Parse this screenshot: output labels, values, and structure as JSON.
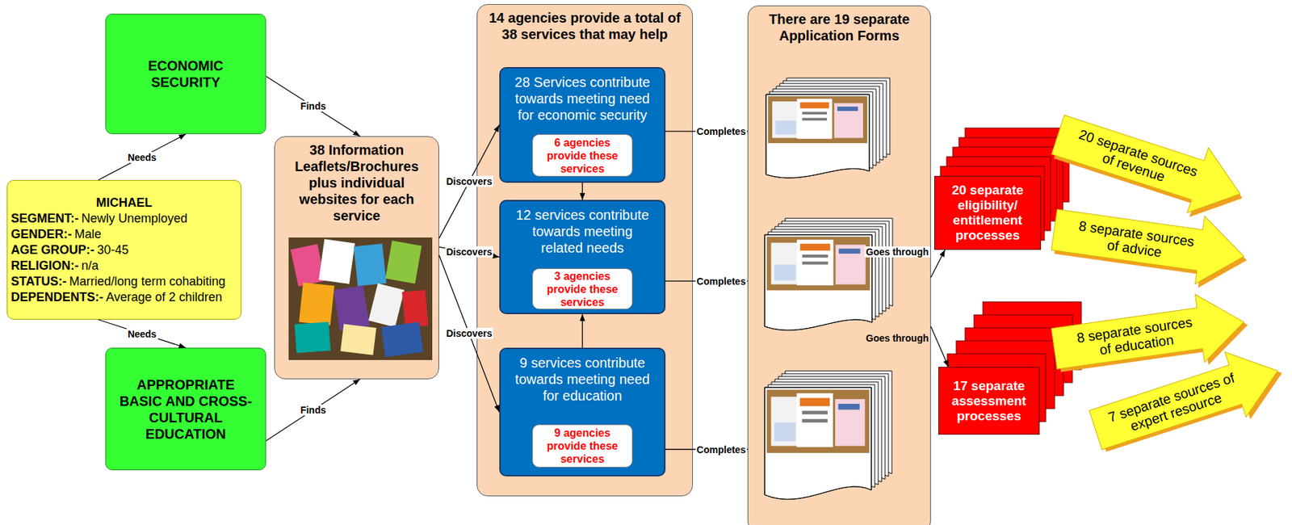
{
  "diagram": {
    "nodes": [
      {
        "text": [
          "ECONOMIC SECURITY"
        ]
      },
      {
        "text": [
          "MICHAEL",
          "SEGMENT:-",
          "Newly Unemployed",
          "GENDER:-",
          "Male",
          "AGE GROUP:-",
          "30-45",
          "RELIGION:-",
          "n/a",
          "STATUS:-",
          "Married/long term cohabiting",
          "DEPENDENTS:-",
          "Average of 2 children"
        ]
      },
      {
        "text": [
          "APPROPRIATE BASIC AND CROSS-CULTURAL EDUCATION"
        ]
      },
      {
        "text": [
          "38 Information Leaflets/Brochures plus individual websites for each service"
        ]
      },
      {
        "text": [
          "14 agencies provide a total of 38 services that may help"
        ]
      },
      {
        "text": [
          "28 Services contribute towards meeting need for economic security"
        ],
        "in": 4
      },
      {
        "text": [
          "6 agencies provide these services"
        ],
        "in": 5
      },
      {
        "text": [
          "12 services contribute towards meeting related needs"
        ],
        "in": 4
      },
      {
        "text": [
          "3 agencies provide these services"
        ],
        "in": 7
      },
      {
        "text": [
          "9 services contribute towards meeting need for education"
        ],
        "in": 4
      },
      {
        "text": [
          "9 agencies provide these services"
        ],
        "in": 9
      },
      {
        "text": [
          "There are 19 separate Application Forms"
        ]
      },
      {
        "text": [
          "20 separate eligibility/ entitlement processes"
        ]
      },
      {
        "text": [
          "17 separate assessment processes"
        ]
      },
      {
        "text": [
          "20 separate sources of revenue"
        ]
      },
      {
        "text": [
          "8 separate sources of advice"
        ]
      },
      {
        "text": [
          "8 separate sources of education"
        ]
      },
      {
        "text": [
          "7 separate sources of expert resource"
        ]
      }
    ],
    "edges": [
      {
        "from": 1,
        "to": 0,
        "label": "Needs",
        "arrow": "to"
      },
      {
        "from": 1,
        "to": 2,
        "label": "Needs",
        "arrow": "to"
      },
      {
        "from": 0,
        "to": 3,
        "label": "Finds",
        "arrow": "to"
      },
      {
        "from": 2,
        "to": 3,
        "label": "Finds",
        "arrow": "to"
      },
      {
        "from": 3,
        "to": 5,
        "label": "Discovers",
        "arrow": "to"
      },
      {
        "from": 3,
        "to": 7,
        "label": "Discovers",
        "arrow": "to"
      },
      {
        "from": 3,
        "to": 9,
        "label": "Discovers",
        "arrow": "to"
      },
      {
        "from": 5,
        "to": 7,
        "arrow": "to"
      },
      {
        "from": 9,
        "to": 7,
        "arrow": "to"
      },
      {
        "from": 5,
        "to": 11,
        "label": "Completes",
        "arrow": "to"
      },
      {
        "from": 7,
        "to": 11,
        "label": "Completes",
        "arrow": "to"
      },
      {
        "from": 9,
        "to": 11,
        "label": "Completes",
        "arrow": "to"
      },
      {
        "from": 11,
        "to": 12,
        "label": "Goes through",
        "arrow": "to"
      },
      {
        "from": 11,
        "to": 13,
        "label": "Goes through",
        "arrow": "to"
      }
    ]
  }
}
